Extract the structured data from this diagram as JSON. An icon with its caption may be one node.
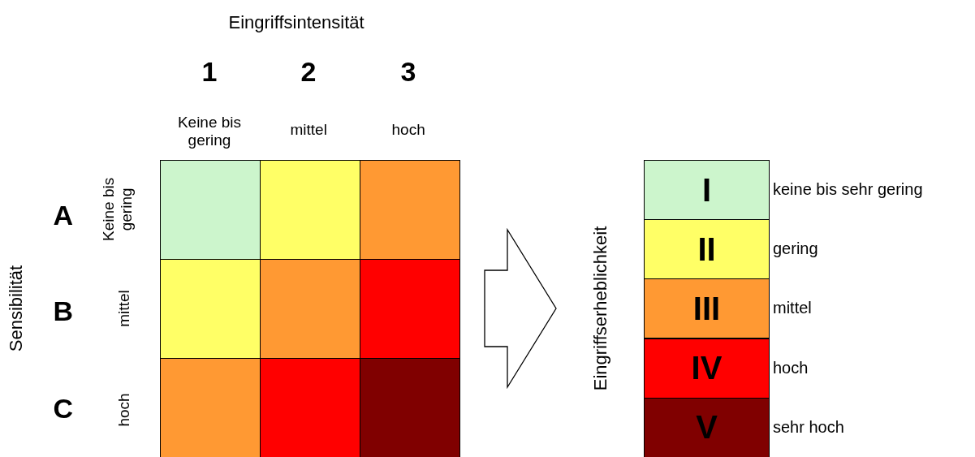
{
  "diagram": {
    "nodes": [
      {
        "text": [],
        "shape": "box"
      },
      {
        "text": [],
        "shape": "box",
        "in": 0
      },
      {
        "text": [],
        "shape": "box",
        "in": 0
      },
      {
        "text": [],
        "shape": "box",
        "in": 0
      },
      {
        "text": [],
        "shape": "box",
        "in": 0
      },
      {
        "text": [],
        "shape": "box",
        "in": 0
      },
      {
        "text": [],
        "shape": "box",
        "in": 0
      },
      {
        "text": [],
        "shape": "box",
        "in": 0
      },
      {
        "text": [],
        "shape": "box",
        "in": 0
      },
      {
        "text": [],
        "shape": "box",
        "in": 0
      },
      {
        "text": [],
        "shape": "box"
      },
      {
        "text": [
          "I"
        ],
        "in": 10,
        "beside": [
          "keine bis sehr gering"
        ]
      },
      {
        "text": [
          "II"
        ],
        "in": 10,
        "beside": [
          "gering"
        ]
      },
      {
        "text": [
          "III"
        ],
        "in": 10,
        "beside": [
          "mittel"
        ]
      },
      {
        "text": [
          "IV"
        ],
        "in": 10,
        "beside": [
          "hoch"
        ]
      },
      {
        "text": [
          "V"
        ],
        "in": 10,
        "beside": [
          "sehr hoch"
        ]
      }
    ],
    "edges": [
      {
        "from": 0,
        "to": 10,
        "arrow": "to",
        "style": "thick"
      }
    ],
    "labels": [
      "Eingriffsintensität",
      "1",
      "2",
      "3",
      "Keine bis gering",
      "mittel",
      "hoch",
      "A",
      "B",
      "C",
      "Keine bis gering",
      "mittel",
      "hoch",
      "Sensibilität",
      "Eingriffserheblichkeit"
    ]
  }
}
